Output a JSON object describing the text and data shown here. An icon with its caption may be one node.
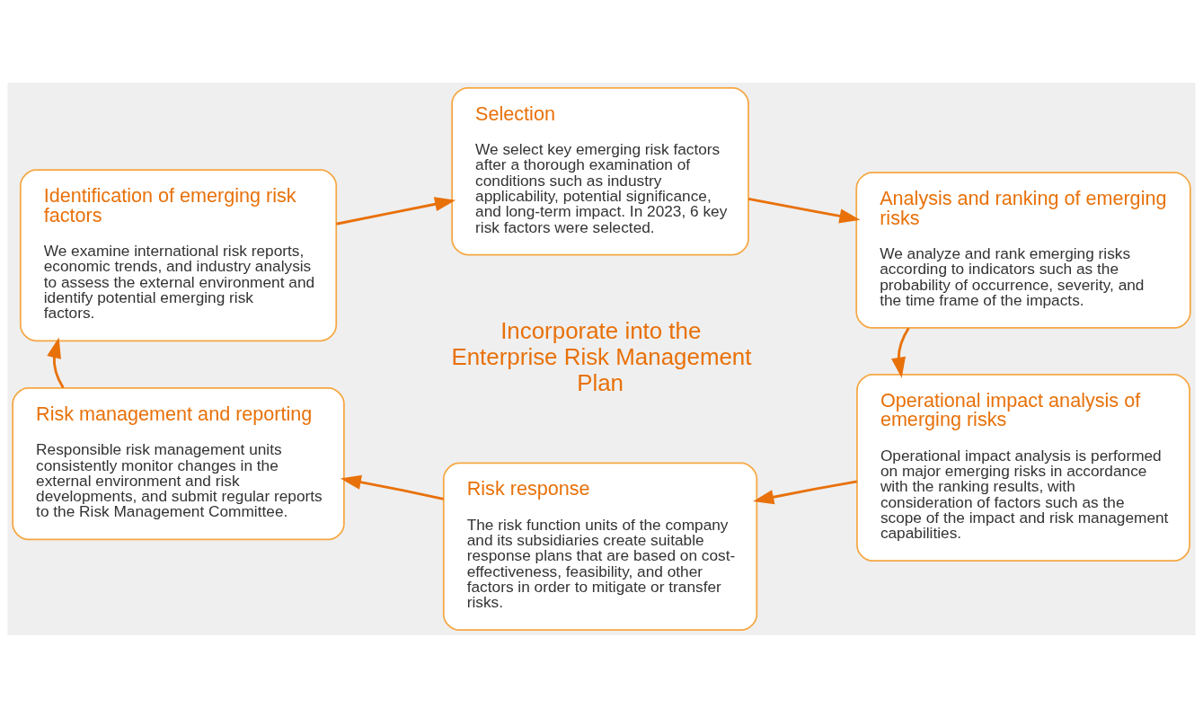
{
  "diagram": {
    "nodes": [
      {
        "text": [
          "Identification of emerging risk factors",
          "We examine international risk reports, economic trends, and industry analysis to assess the external environment and identify potential emerging risk factors."
        ]
      },
      {
        "text": [
          "Selection",
          "We select key emerging risk factors after a thorough examination of conditions such as industry applicability, potential significance, and long-term impact. In 2023, 6 key risk factors were selected."
        ]
      },
      {
        "text": [
          "Analysis and ranking of emerging risks",
          "We analyze and rank emerging risks according to indicators such as the probability of occurrence, severity, and the time frame of the impacts."
        ]
      },
      {
        "text": [
          "Operational impact analysis of emerging risks",
          "Operational impact analysis is performed on major emerging risks in accordance with the ranking results, with consideration of factors such as the scope of the impact and risk management capabilities."
        ]
      },
      {
        "text": [
          "Risk response",
          "The risk function units of the company and its subsidiaries create suitable response plans that are based on cost-effectiveness, feasibility, and other factors in order to mitigate or transfer risks."
        ]
      },
      {
        "text": [
          "Risk management and reporting",
          "Responsible risk management units consistently monitor changes in the external environment and risk developments, and submit regular reports to the Risk Management Committee."
        ]
      }
    ],
    "edges": [
      {
        "from": 0,
        "to": 1,
        "arrow": "to"
      },
      {
        "from": 1,
        "to": 2,
        "arrow": "to"
      },
      {
        "from": 2,
        "to": 3,
        "arrow": "to"
      },
      {
        "from": 3,
        "to": 4,
        "arrow": "to"
      },
      {
        "from": 4,
        "to": 5,
        "arrow": "to"
      },
      {
        "from": 5,
        "to": 0,
        "arrow": "to"
      }
    ],
    "labels": [
      "Incorporate into the Enterprise Risk Management Plan"
    ]
  }
}
